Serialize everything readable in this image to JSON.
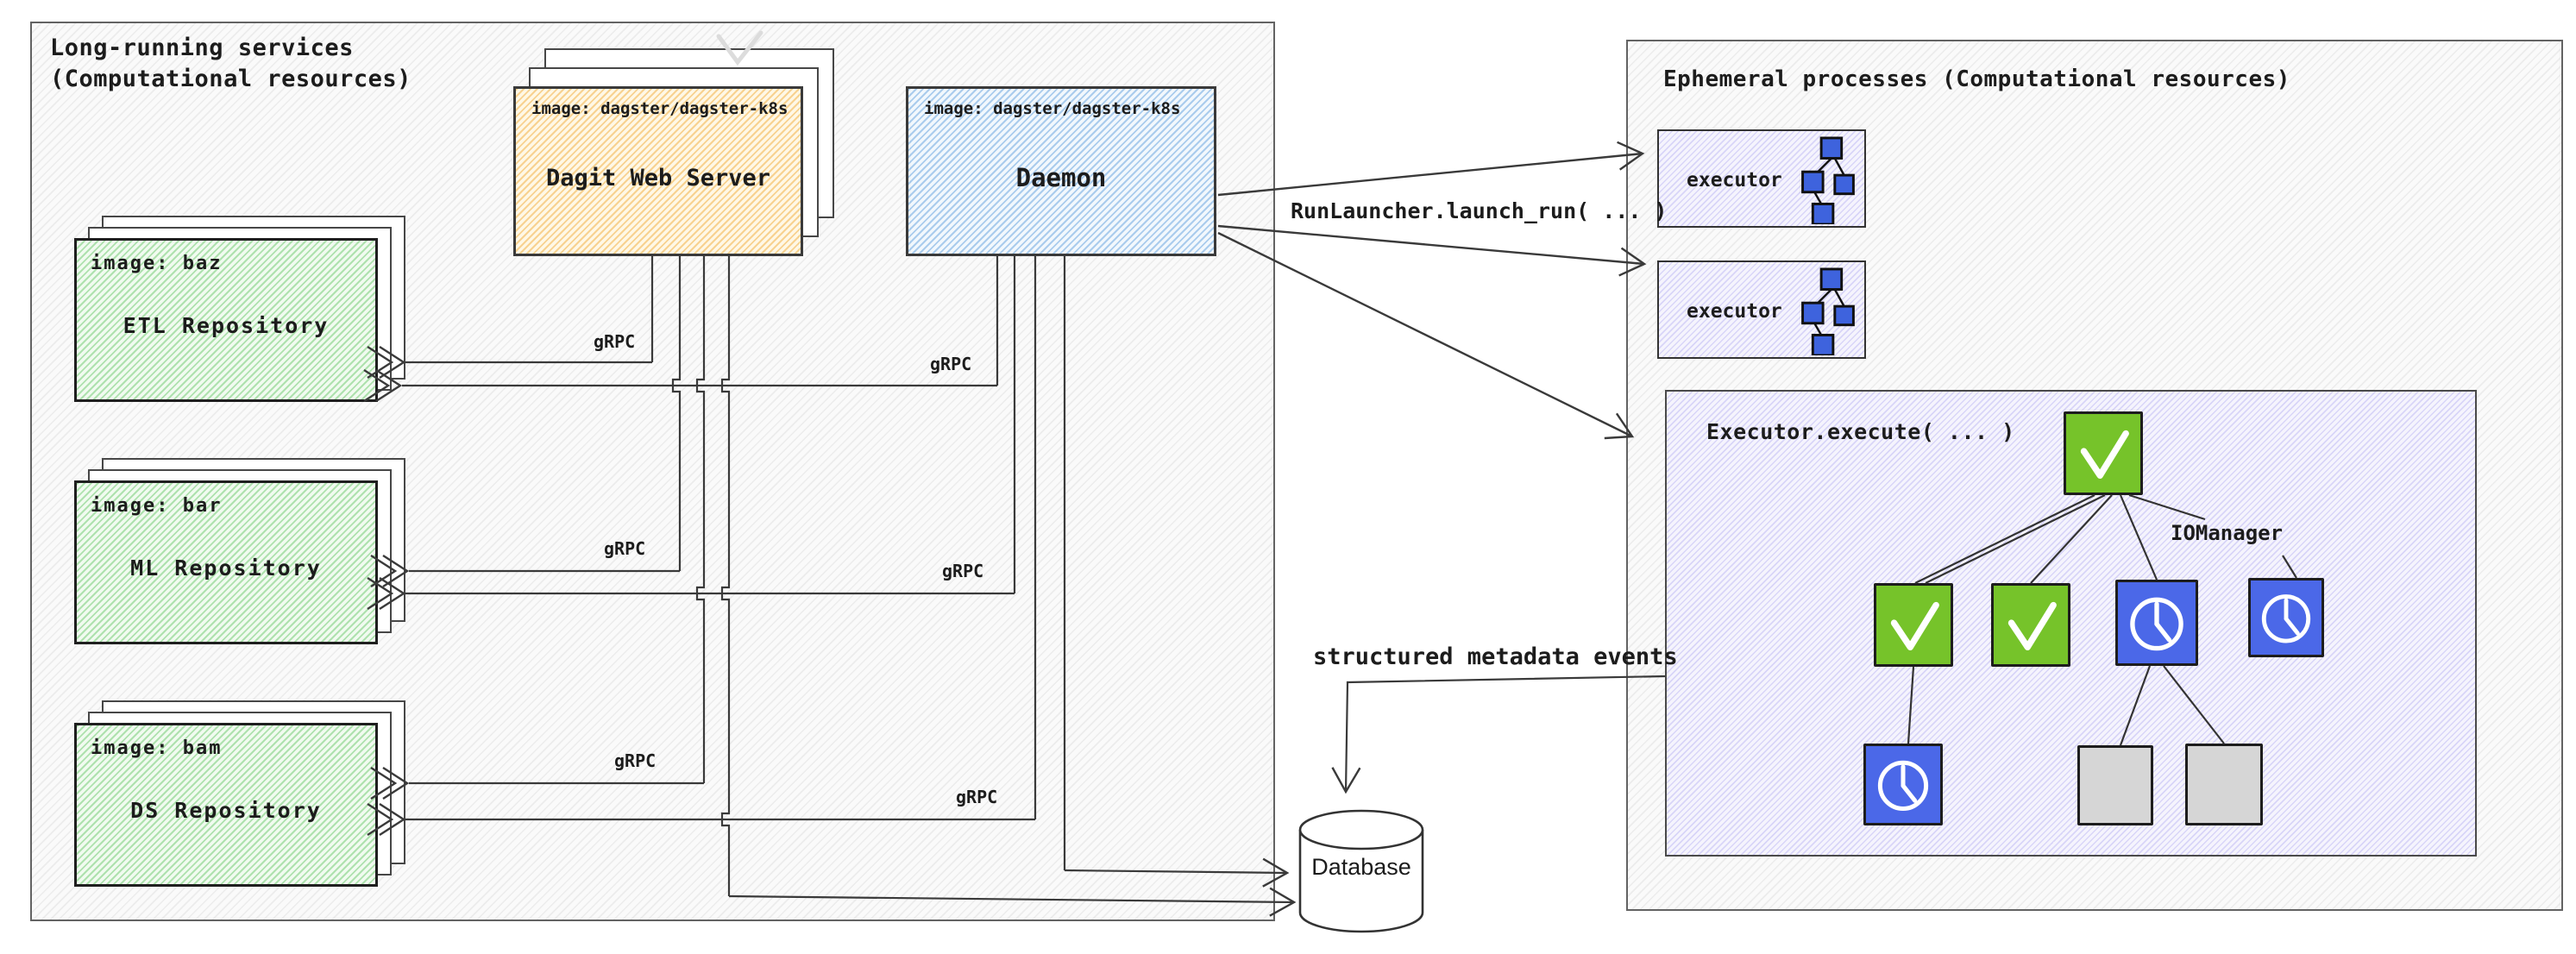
{
  "left_panel": {
    "title_line1": "Long-running services",
    "title_line2": "(Computational resources)",
    "dagit": {
      "image_label": "image: dagster/dagster-k8s",
      "title": "Dagit Web Server"
    },
    "daemon": {
      "image_label": "image: dagster/dagster-k8s",
      "title": "Daemon"
    },
    "repositories": [
      {
        "image_label": "image: baz",
        "title": "ETL Repository"
      },
      {
        "image_label": "image: bar",
        "title": "ML Repository"
      },
      {
        "image_label": "image: bam",
        "title": "DS Repository"
      }
    ],
    "grpc_label": "gRPC"
  },
  "middle": {
    "run_launcher_label": "RunLauncher.launch_run( ... )",
    "metadata_label": "structured metadata events",
    "database_label": "Database"
  },
  "right_panel": {
    "title": "Ephemeral processes (Computational resources)",
    "executors": [
      {
        "label": "executor"
      },
      {
        "label": "executor"
      }
    ],
    "execute_box": {
      "title": "Executor.execute( ... )",
      "iomanager_label": "IOManager",
      "tree": {
        "nodes": [
          {
            "id": "root",
            "status": "success"
          },
          {
            "id": "n1",
            "status": "success"
          },
          {
            "id": "n2",
            "status": "success"
          },
          {
            "id": "n3",
            "status": "pending"
          },
          {
            "id": "n4",
            "status": "pending"
          },
          {
            "id": "n5",
            "status": "pending"
          },
          {
            "id": "n6",
            "status": "skipped"
          },
          {
            "id": "n7",
            "status": "skipped"
          }
        ],
        "edges": [
          [
            "root",
            "n1"
          ],
          [
            "root",
            "n2"
          ],
          [
            "root",
            "n3"
          ],
          [
            "root",
            "n4"
          ],
          [
            "n1",
            "n5"
          ],
          [
            "n3",
            "n6"
          ],
          [
            "n3",
            "n7"
          ]
        ]
      }
    }
  },
  "colors": {
    "success_green": "#76c32a",
    "pending_blue": "#4b68e8",
    "skipped_gray": "#d6d6d6",
    "dagit_yellow": "#fff8e6",
    "daemon_blue": "#f2f8fd",
    "repo_green": "#f1fbf0",
    "executor_lavender": "#f5f4fd",
    "line_dark": "#3a3a3a"
  }
}
